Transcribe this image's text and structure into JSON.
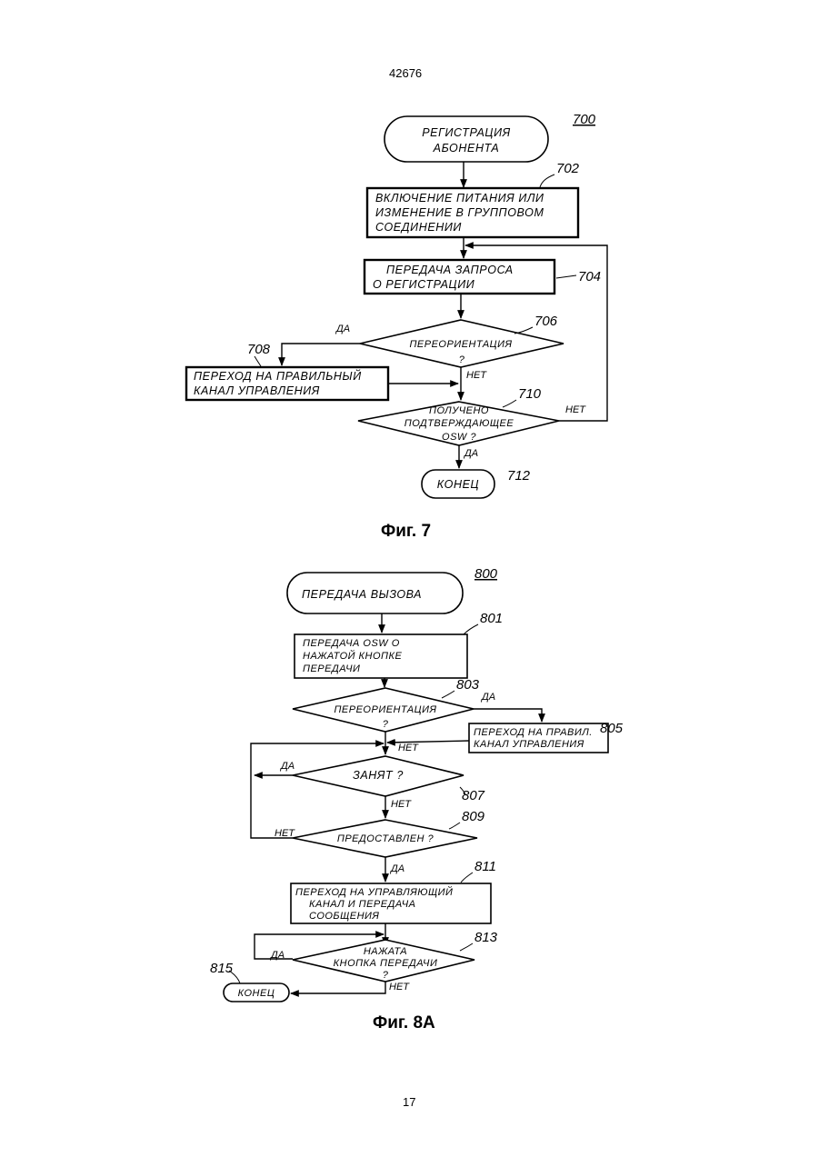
{
  "header": {
    "doc_number": "42676"
  },
  "footer": {
    "page_number": "17"
  },
  "fig7": {
    "caption": "Фиг. 7",
    "ref_main": "700",
    "start": {
      "line1": "РЕГИСТРАЦИЯ",
      "line2": "АБОНЕНТА"
    },
    "b702": {
      "ref": "702",
      "line1": "ВКЛЮЧЕНИЕ ПИТАНИЯ ИЛИ",
      "line2": "ИЗМЕНЕНИЕ В ГРУППОВОМ",
      "line3": "СОЕДИНЕНИИ"
    },
    "b704": {
      "ref": "704",
      "line1": "ПЕРЕДАЧА ЗАПРОСА",
      "line2": "О РЕГИСТРАЦИИ"
    },
    "d706": {
      "ref": "706",
      "text": "ПЕРЕОРИЕНТАЦИЯ",
      "q": "?",
      "yes": "ДА",
      "no": "НЕТ"
    },
    "b708": {
      "ref": "708",
      "line1": "ПЕРЕХОД НА ПРАВИЛЬНЫЙ",
      "line2": "КАНАЛ УПРАВЛЕНИЯ"
    },
    "d710": {
      "ref": "710",
      "line1": "ПОЛУЧЕНО",
      "line2": "ПОДТВЕРЖДАЮЩЕЕ",
      "line3": "OSW ?",
      "yes": "ДА",
      "no": "НЕТ"
    },
    "end": {
      "ref": "712",
      "text": "КОНЕЦ"
    }
  },
  "fig8a": {
    "caption": "Фиг. 8А",
    "ref_main": "800",
    "start": {
      "text": "ПЕРЕДАЧА ВЫЗОВА"
    },
    "b801": {
      "ref": "801",
      "line1": "ПЕРЕДАЧА OSW О",
      "line2": "НАЖАТОЙ КНОПКЕ",
      "line3": "ПЕРЕДАЧИ"
    },
    "d803": {
      "ref": "803",
      "text": "ПЕРЕОРИЕНТАЦИЯ",
      "q": "?",
      "yes": "ДА",
      "no": "НЕТ"
    },
    "b805": {
      "ref": "805",
      "line1": "ПЕРЕХОД НА ПРАВИЛ.",
      "line2": "КАНАЛ УПРАВЛЕНИЯ"
    },
    "d807": {
      "ref": "807",
      "text": "ЗАНЯТ ?",
      "yes": "ДА",
      "no": "НЕТ"
    },
    "d809": {
      "ref": "809",
      "text": "ПРЕДОСТАВЛЕН ?",
      "yes": "ДА",
      "no": "НЕТ"
    },
    "b811": {
      "ref": "811",
      "line1": "ПЕРЕХОД НА УПРАВЛЯЮЩИЙ",
      "line2": "КАНАЛ И ПЕРЕДАЧА",
      "line3": "СООБЩЕНИЯ"
    },
    "d813": {
      "ref": "813",
      "line1": "НАЖАТА",
      "line2": "КНОПКА ПЕРЕДАЧИ",
      "q": "?",
      "yes": "ДА",
      "no": "НЕТ"
    },
    "end": {
      "ref": "815",
      "text": "КОНЕЦ"
    }
  }
}
